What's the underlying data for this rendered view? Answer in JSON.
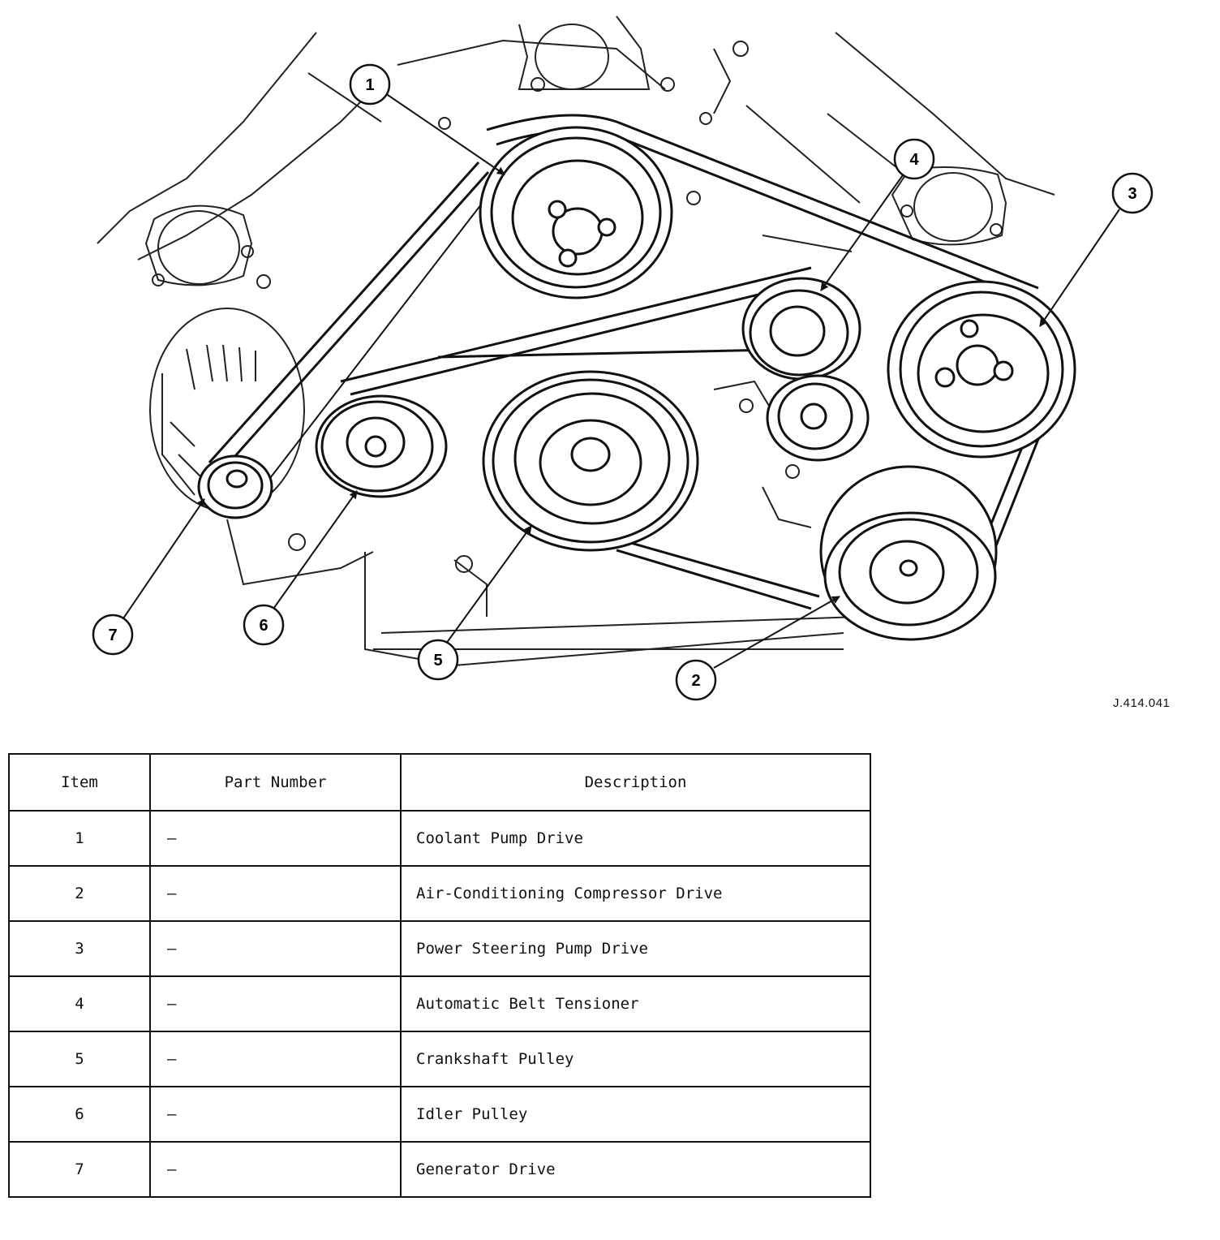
{
  "diagram": {
    "figure_ref": "J.414.041",
    "callouts": [
      {
        "label": "1"
      },
      {
        "label": "2"
      },
      {
        "label": "3"
      },
      {
        "label": "4"
      },
      {
        "label": "5"
      },
      {
        "label": "6"
      },
      {
        "label": "7"
      }
    ]
  },
  "table": {
    "headers": {
      "item": "Item",
      "part_number": "Part Number",
      "description": "Description"
    },
    "rows": [
      {
        "item": "1",
        "part_number": "–",
        "description": "Coolant Pump Drive"
      },
      {
        "item": "2",
        "part_number": "–",
        "description": "Air-Conditioning Compressor Drive"
      },
      {
        "item": "3",
        "part_number": "–",
        "description": "Power Steering Pump Drive"
      },
      {
        "item": "4",
        "part_number": "–",
        "description": "Automatic Belt Tensioner"
      },
      {
        "item": "5",
        "part_number": "–",
        "description": "Crankshaft Pulley"
      },
      {
        "item": "6",
        "part_number": "–",
        "description": "Idler Pulley"
      },
      {
        "item": "7",
        "part_number": "–",
        "description": "Generator Drive"
      }
    ]
  }
}
